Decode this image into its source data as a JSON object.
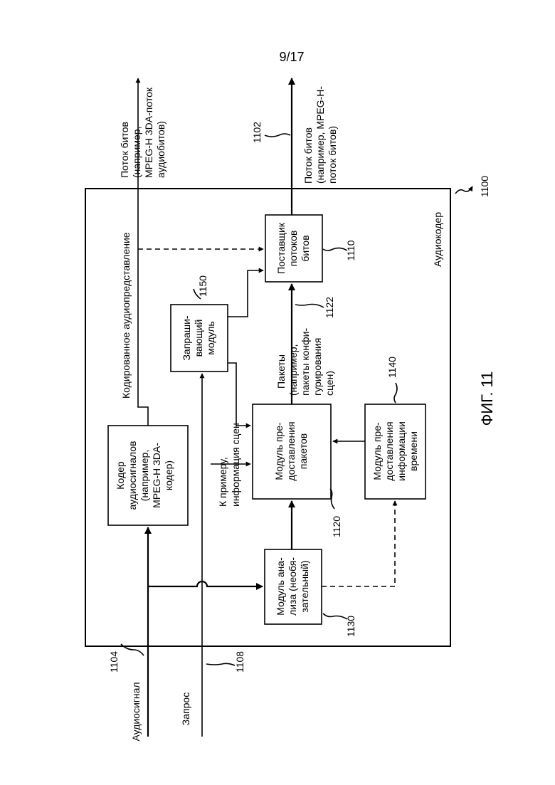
{
  "page_number": "9/17",
  "figure": {
    "title": "ФИГ. 11",
    "ref": "1100",
    "container_label": "Аудиокодер"
  },
  "blocks": {
    "audio_encoder": {
      "lines": [
        "Кодер",
        "аудиосигналов",
        "(например,",
        "MPEG-H 3DA-",
        "кодер)"
      ]
    },
    "requesting_module": {
      "ref": "1150",
      "lines": [
        "Запраши-",
        "вающий",
        "модуль"
      ]
    },
    "bitstream_provider": {
      "ref": "1110",
      "lines": [
        "Поставщик",
        "потоков",
        "битов"
      ]
    },
    "packet_module": {
      "ref": "1120",
      "lines": [
        "Модуль пре-",
        "доставления",
        "пакетов"
      ]
    },
    "analysis_module": {
      "ref": "1130",
      "lines": [
        "Модуль ана-",
        "лиза (необя-",
        "зательный)"
      ]
    },
    "time_info_module": {
      "ref": "1140",
      "lines": [
        "Модуль пре-",
        "доставления",
        "информации",
        "времени"
      ]
    }
  },
  "signals": {
    "audio_input": {
      "label": "Аудиосигнал",
      "ref": "1104"
    },
    "request_input": {
      "label": "Запрос",
      "ref": "1108"
    },
    "scene_info": {
      "lines": [
        "К примеру,",
        "информация сцен"
      ]
    },
    "encoded_audio": {
      "label": "Кодированное аудиопредставление"
    },
    "packets": {
      "ref": "1122",
      "lines": [
        "Пакеты",
        "(например,",
        "пакеты конфи-",
        "гурирования",
        "сцен)"
      ]
    },
    "out_top": {
      "lines": [
        "Поток битов",
        "(например,",
        "MPEG-H 3DA-поток",
        "аудиобитов)"
      ]
    },
    "out_main": {
      "ref": "1102",
      "lines": [
        "Поток битов",
        "(например, MPEG-H-",
        "поток битов)"
      ]
    }
  }
}
